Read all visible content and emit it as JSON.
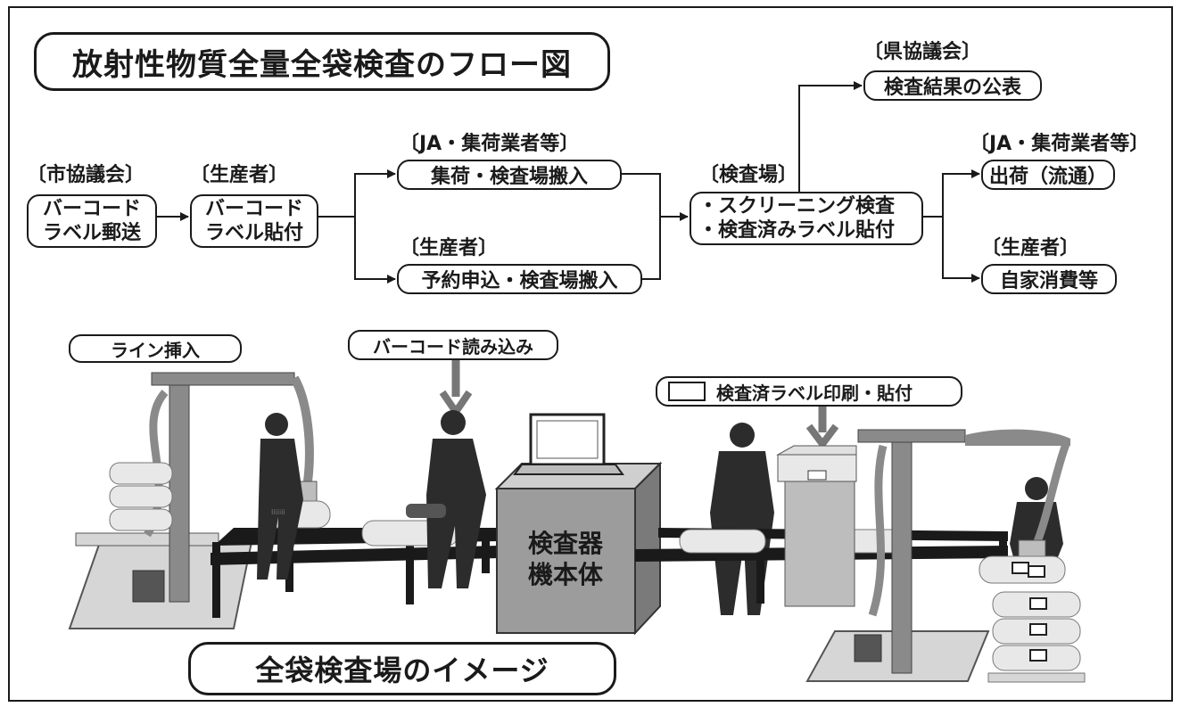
{
  "title": "放射性物質全量全袋検査のフロー図",
  "flow": {
    "city_council": {
      "org": "〔市協議会〕",
      "line1": "バーコード",
      "line2": "ラベル郵送"
    },
    "producer_label": {
      "org": "〔生産者〕",
      "line1": "バーコード",
      "line2": "ラベル貼付"
    },
    "collection": {
      "org": "〔JA・集荷業者等〕",
      "text": "集荷・検査場搬入"
    },
    "reservation": {
      "org": "〔生産者〕",
      "text": "予約申込・検査場搬入"
    },
    "inspection_site": {
      "org": "〔検査場〕",
      "line1": "・スクリーニング検査",
      "line2": "・検査済みラベル貼付"
    },
    "pref_council": {
      "org": "〔県協議会〕",
      "text": "検査結果の公表"
    },
    "shipping": {
      "org": "〔JA・集荷業者等〕",
      "text": "出荷（流通）"
    },
    "home_use": {
      "org": "〔生産者〕",
      "text": "自家消費等"
    }
  },
  "image": {
    "line_insert": "ライン挿入",
    "barcode_read": "バーコード読み込み",
    "label_print": "検査済ラベル印刷・貼付",
    "machine_line1": "検査器",
    "machine_line2": "機本体",
    "bag_text": "Iiiiiii",
    "subtitle": "全袋検査場のイメージ"
  },
  "colors": {
    "ink": "#1a1a1a",
    "gray": "#8a8a8a",
    "light": "#d6d6d6",
    "machine": "#9c9c9c",
    "bag": "#e8e8e8"
  }
}
